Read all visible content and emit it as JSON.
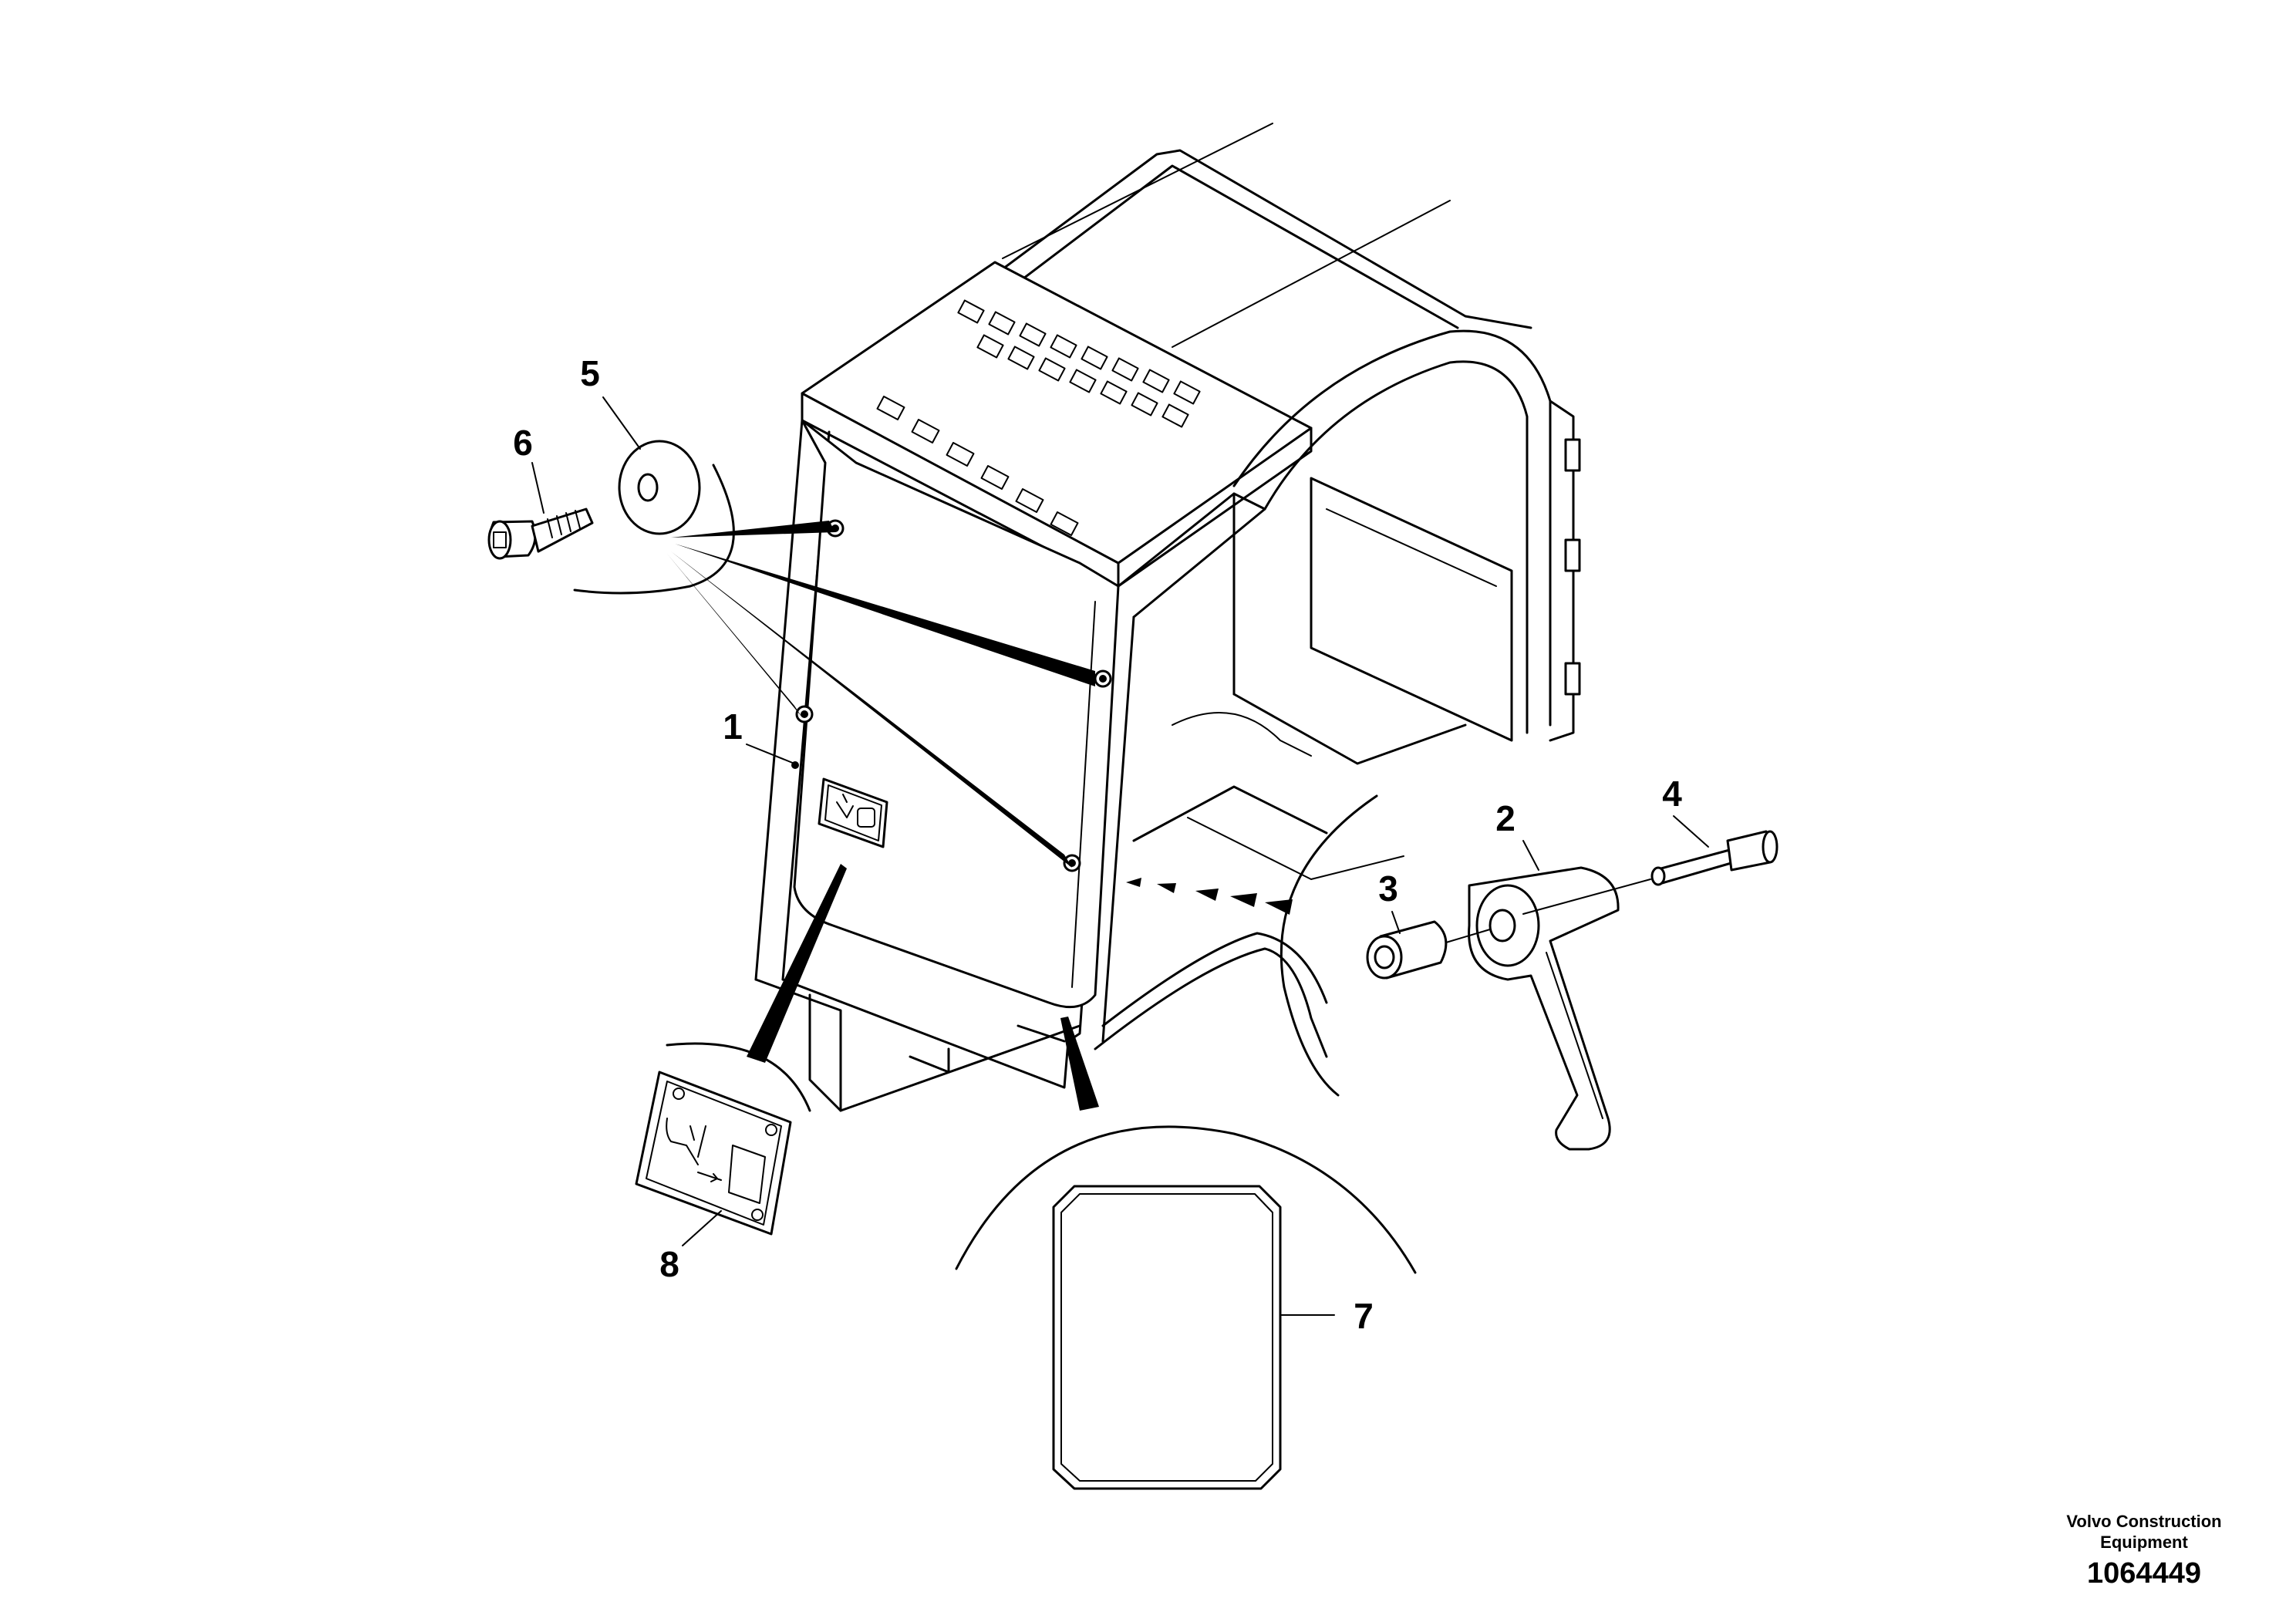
{
  "callouts": {
    "c1": "1",
    "c2": "2",
    "c3": "3",
    "c4": "4",
    "c5": "5",
    "c6": "6",
    "c7": "7",
    "c8": "8"
  },
  "footer": {
    "company_line1": "Volvo Construction",
    "company_line2": "Equipment",
    "drawing_number": "1064449"
  }
}
